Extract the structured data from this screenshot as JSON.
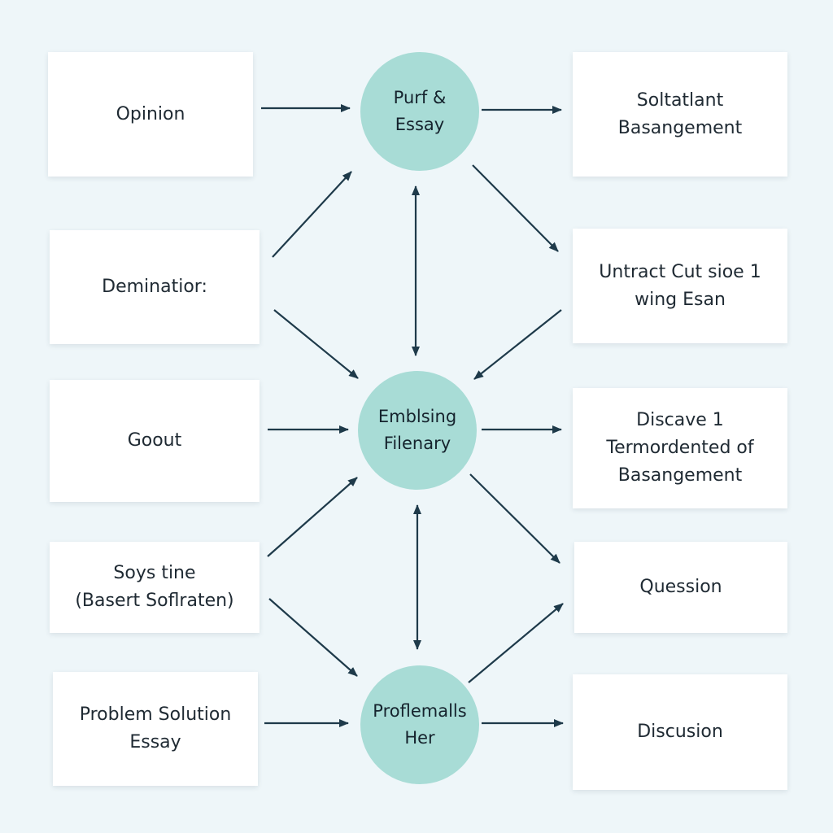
{
  "diagram": {
    "left_boxes": [
      {
        "label": "Opinion"
      },
      {
        "label": "Deminatior:"
      },
      {
        "label": "Goout"
      },
      {
        "label": "Soys tine\n(Basert Soflraten)"
      },
      {
        "label": "Problem Solution\nEssay"
      }
    ],
    "center_nodes": [
      {
        "label": "Purf &\nEssay"
      },
      {
        "label": "Emblsing\nFilenary"
      },
      {
        "label": "Proflemalls\nHer"
      }
    ],
    "right_boxes": [
      {
        "label": "Soltatlant\nBasangement"
      },
      {
        "label": "Untract Cut sioe 1\nwing Esan"
      },
      {
        "label": "Discave 1\nTermordented of\nBasangement"
      },
      {
        "label": "Quession"
      },
      {
        "label": "Discusion"
      }
    ],
    "colors": {
      "background": "#eef6f9",
      "box": "#ffffff",
      "node": "#a8dcd6",
      "arrow": "#1e3a4a"
    }
  }
}
